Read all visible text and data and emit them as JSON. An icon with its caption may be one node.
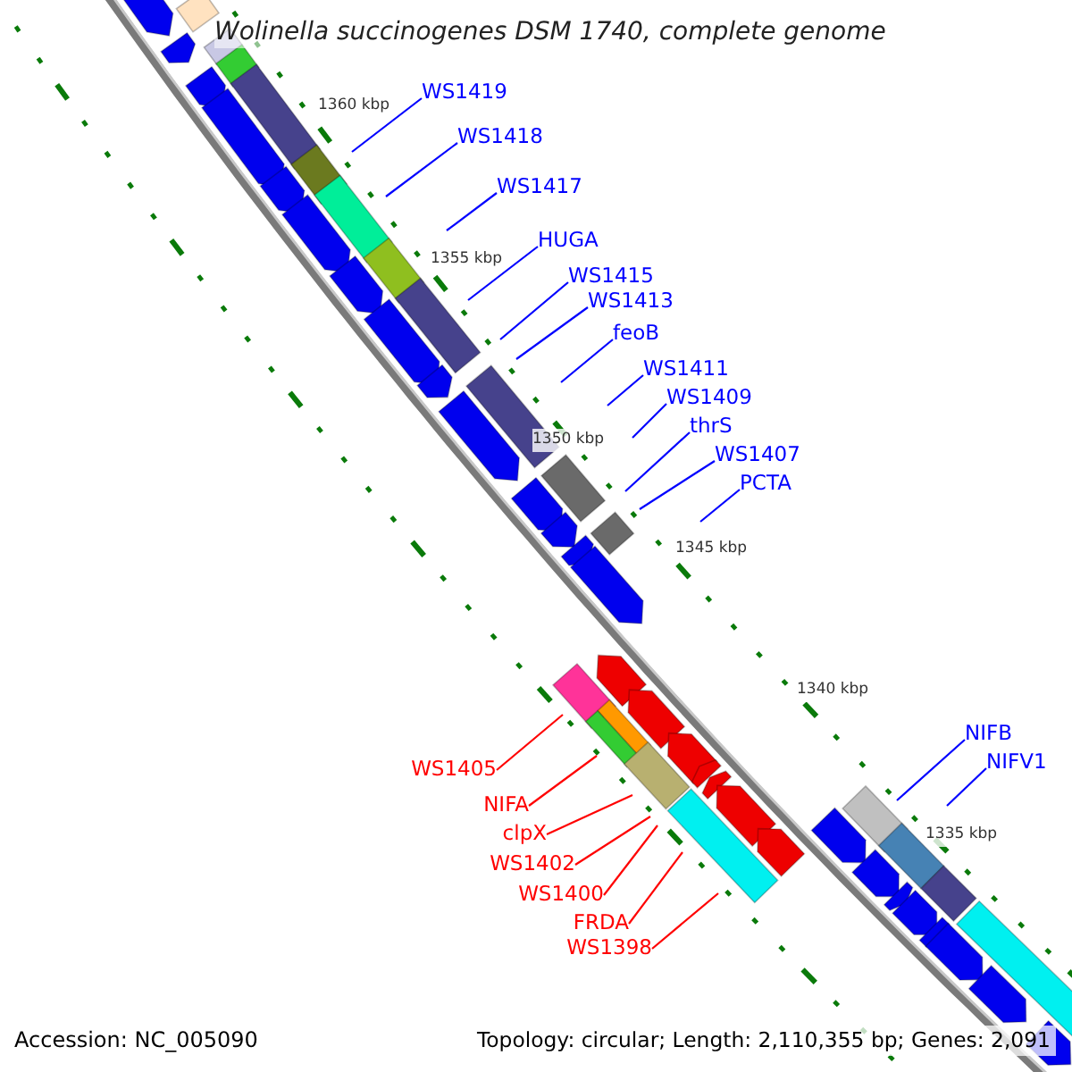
{
  "diagram": {
    "title": "Wolinella succinogenes DSM 1740, complete genome",
    "nodes": [
      {
        "text": [
          "WS1419"
        ]
      },
      {
        "text": [
          "WS1418"
        ]
      },
      {
        "text": [
          "WS1417"
        ]
      },
      {
        "text": [
          "HUGA"
        ]
      },
      {
        "text": [
          "WS1415"
        ]
      },
      {
        "text": [
          "WS1413"
        ]
      },
      {
        "text": [
          "feoB"
        ]
      },
      {
        "text": [
          "WS1411"
        ]
      },
      {
        "text": [
          "WS1409"
        ]
      },
      {
        "text": [
          "thrS"
        ]
      },
      {
        "text": [
          "WS1407"
        ]
      },
      {
        "text": [
          "PCTA"
        ]
      },
      {
        "text": [
          "NIFB"
        ]
      },
      {
        "text": [
          "NIFV1"
        ]
      },
      {
        "text": [
          "WS1405"
        ]
      },
      {
        "text": [
          "NIFA"
        ]
      },
      {
        "text": [
          "clpX"
        ]
      },
      {
        "text": [
          "WS1402"
        ]
      },
      {
        "text": [
          "WS1400"
        ]
      },
      {
        "text": [
          "FRDA"
        ]
      },
      {
        "text": [
          "WS1398"
        ]
      }
    ],
    "edges": [
      {
        "from": 0,
        "to": null,
        "arrow": "none"
      },
      {
        "from": 1,
        "to": null,
        "arrow": "none"
      },
      {
        "from": 2,
        "to": null,
        "arrow": "none"
      },
      {
        "from": 3,
        "to": null,
        "arrow": "none"
      },
      {
        "from": 4,
        "to": null,
        "arrow": "none"
      },
      {
        "from": 5,
        "to": null,
        "arrow": "none"
      },
      {
        "from": 6,
        "to": null,
        "arrow": "none"
      },
      {
        "from": 7,
        "to": null,
        "arrow": "none"
      },
      {
        "from": 8,
        "to": null,
        "arrow": "none"
      },
      {
        "from": 9,
        "to": null,
        "arrow": "none"
      },
      {
        "from": 10,
        "to": null,
        "arrow": "none"
      },
      {
        "from": 11,
        "to": null,
        "arrow": "none"
      },
      {
        "from": 12,
        "to": null,
        "arrow": "none"
      },
      {
        "from": 13,
        "to": null,
        "arrow": "none"
      },
      {
        "from": 14,
        "to": null,
        "arrow": "none",
        "color": "#ff0000"
      },
      {
        "from": 15,
        "to": null,
        "arrow": "none",
        "color": "#ff0000"
      },
      {
        "from": 16,
        "to": null,
        "arrow": "none",
        "color": "#ff0000"
      },
      {
        "from": 17,
        "to": null,
        "arrow": "none",
        "color": "#ff0000"
      },
      {
        "from": 18,
        "to": null,
        "arrow": "none",
        "color": "#ff0000"
      },
      {
        "from": 19,
        "to": null,
        "arrow": "none",
        "color": "#ff0000"
      },
      {
        "from": 20,
        "to": null,
        "arrow": "none",
        "color": "#ff0000"
      }
    ],
    "labels": [
      "1360 kbp",
      "1355 kbp",
      "1350 kbp",
      "1345 kbp",
      "1340 kbp",
      "1335 kbp",
      "Accession: NC_005090",
      "Topology: circular; Length: 2,110,355 bp; Genes: 2,091"
    ]
  }
}
